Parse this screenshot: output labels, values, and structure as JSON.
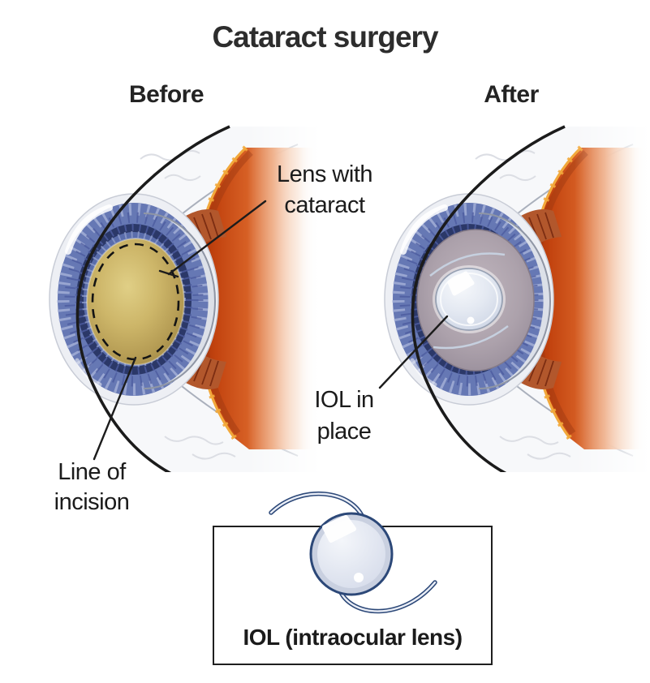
{
  "figure": {
    "type": "medical-diagram",
    "title": "Cataract surgery",
    "panel_before": "Before",
    "panel_after": "After"
  },
  "annotations": {
    "lens_cataract": {
      "line1": "Lens with",
      "line2": "cataract"
    },
    "incision": {
      "line1": "Line of",
      "line2": "incision"
    },
    "iol_in_place": {
      "line1": "IOL in",
      "line2": "place"
    }
  },
  "legend_box": {
    "label": "IOL (intraocular lens)"
  },
  "palette": {
    "text": "#2d2d2d",
    "outline_black": "#1b1b1b",
    "leader_line": "#1c1c1c",
    "sclera_white": "#f7f8fa",
    "iris_blue": "#5a6dab",
    "iris_dark_blue": "#2b3868",
    "iris_streak_light": "#9fabd4",
    "cataract_lens_yellow": "#c9b266",
    "retina_orange": "#c2430f",
    "retina_edge_yellow": "#f2a83b",
    "capsule_gray": "#aca1ab",
    "iol_lens_light": "#e4e9f2",
    "iol_outline_navy": "#2c4878"
  }
}
